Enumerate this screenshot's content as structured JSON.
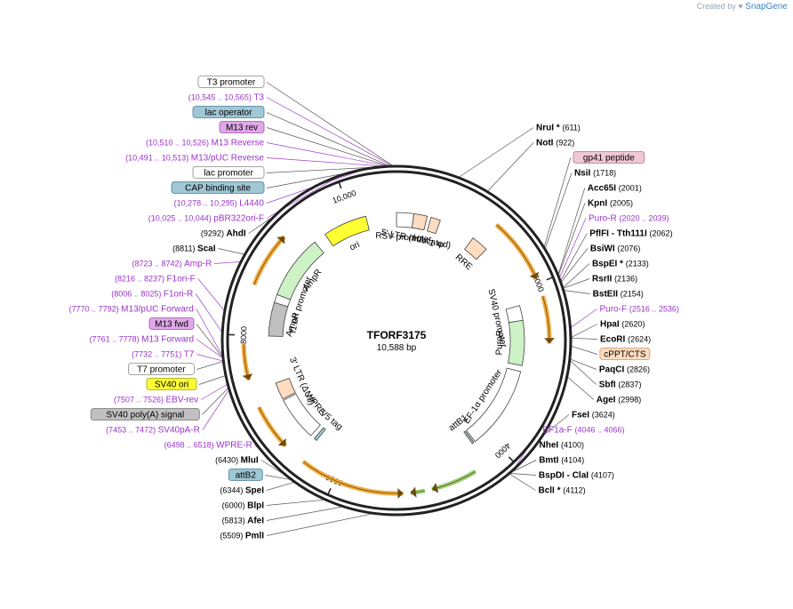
{
  "brand": {
    "prefix": "Created by",
    "name": "SnapGene"
  },
  "plasmid": {
    "name": "TFORF3175",
    "size_label": "10,588 bp",
    "length": 10588
  },
  "ring_ticks": [
    {
      "label": "2000",
      "pos": 2000
    },
    {
      "label": "4000",
      "pos": 4000
    },
    {
      "label": "6000",
      "pos": 6000
    },
    {
      "label": "8000",
      "pos": 8000
    },
    {
      "label": "10,000",
      "pos": 10000
    }
  ],
  "enzymes": [
    {
      "name": "NruI *",
      "loc": "(611)",
      "pos": 611
    },
    {
      "name": "NotI",
      "loc": "(922)",
      "pos": 922
    },
    {
      "name": "NsiI",
      "loc": "(1718)",
      "pos": 1718
    },
    {
      "name": "Acc65I",
      "loc": "(2001)",
      "pos": 2001
    },
    {
      "name": "KpnI",
      "loc": "(2005)",
      "pos": 2005
    },
    {
      "name": "PflFI - Tth111I",
      "loc": "(2062)",
      "pos": 2062
    },
    {
      "name": "BsiWI",
      "loc": "(2076)",
      "pos": 2076
    },
    {
      "name": "BspEI *",
      "loc": "(2133)",
      "pos": 2133
    },
    {
      "name": "RsrII",
      "loc": "(2136)",
      "pos": 2136
    },
    {
      "name": "BstEII",
      "loc": "(2154)",
      "pos": 2154
    },
    {
      "name": "HpaI",
      "loc": "(2620)",
      "pos": 2620
    },
    {
      "name": "EcoRI",
      "loc": "(2624)",
      "pos": 2624
    },
    {
      "name": "PaqCI",
      "loc": "(2826)",
      "pos": 2826
    },
    {
      "name": "SbfI",
      "loc": "(2837)",
      "pos": 2837
    },
    {
      "name": "AgeI",
      "loc": "(2998)",
      "pos": 2998
    },
    {
      "name": "FseI",
      "loc": "(3624)",
      "pos": 3624
    },
    {
      "name": "NheI",
      "loc": "(4100)",
      "pos": 4100
    },
    {
      "name": "BmtI",
      "loc": "(4104)",
      "pos": 4104
    },
    {
      "name": "BspDI - ClaI",
      "loc": "(4107)",
      "pos": 4107
    },
    {
      "name": "BclI *",
      "loc": "(4112)",
      "pos": 4112
    },
    {
      "name": "PmlI",
      "loc": "(5509)",
      "pos": 5509
    },
    {
      "name": "AfeI",
      "loc": "(5813)",
      "pos": 5813
    },
    {
      "name": "BlpI",
      "loc": "(6000)",
      "pos": 6000
    },
    {
      "name": "SpeI",
      "loc": "(6344)",
      "pos": 6344
    },
    {
      "name": "MluI",
      "loc": "(6430)",
      "pos": 6430
    },
    {
      "name": "ScaI",
      "loc": "(8811)",
      "pos": 8811
    },
    {
      "name": "AhdI",
      "loc": "(9292)",
      "pos": 9292
    }
  ],
  "primers": [
    {
      "name": "T3",
      "loc": "(10,545 .. 10,565)",
      "pos": 10555
    },
    {
      "name": "M13 Reverse",
      "loc": "(10,510 .. 10,526)",
      "pos": 10518
    },
    {
      "name": "M13/pUC Reverse",
      "loc": "(10,491 .. 10,513)",
      "pos": 10502
    },
    {
      "name": "L4440",
      "loc": "(10,278 .. 10,295)",
      "pos": 10286
    },
    {
      "name": "pBR322ori-F",
      "loc": "(10,025 .. 10,044)",
      "pos": 10034
    },
    {
      "name": "Amp-R",
      "loc": "(8723 .. 8742)",
      "pos": 8732
    },
    {
      "name": "F1ori-F",
      "loc": "(8216 .. 8237)",
      "pos": 8226
    },
    {
      "name": "F1ori-R",
      "loc": "(8006 .. 8025)",
      "pos": 8015
    },
    {
      "name": "M13/pUC Forward",
      "loc": "(7770 .. 7792)",
      "pos": 7781
    },
    {
      "name": "M13 Forward",
      "loc": "(7761 .. 7778)",
      "pos": 7769
    },
    {
      "name": "T7",
      "loc": "(7732 .. 7751)",
      "pos": 7741
    },
    {
      "name": "EBV-rev",
      "loc": "(7507 .. 7526)",
      "pos": 7516
    },
    {
      "name": "SV40pA-R",
      "loc": "(7453 .. 7472)",
      "pos": 7462
    },
    {
      "name": "WPRE-R",
      "loc": "(6498 .. 6518)",
      "pos": 6508
    },
    {
      "name": "Puro-R",
      "loc": "(2020 .. 2039)",
      "pos": 2030
    },
    {
      "name": "Puro-F",
      "loc": "(2516 .. 2536)",
      "pos": 2526
    },
    {
      "name": "EF1a-F",
      "loc": "(4046 .. 4066)",
      "pos": 4056
    }
  ],
  "boxed_labels": [
    {
      "name": "T3 promoter",
      "pos": 10560,
      "fill": "#ffffff",
      "border": "#888888"
    },
    {
      "name": "M13 rev",
      "pos": 10520,
      "fill": "#e0a8e8",
      "border": "#a050a8"
    },
    {
      "name": "lac operator",
      "pos": 10530,
      "fill": "#9fc7d4",
      "border": "#4a7f92"
    },
    {
      "name": "lac promoter",
      "pos": 10450,
      "fill": "#ffffff",
      "border": "#888888"
    },
    {
      "name": "CAP binding site",
      "pos": 10400,
      "fill": "#9fc7d4",
      "border": "#4a7f92"
    },
    {
      "name": "gp41 peptide",
      "pos": 1700,
      "fill": "#f0c8d4",
      "border": "#a8788a"
    },
    {
      "name": "cPPT/CTS",
      "pos": 2700,
      "fill": "#fddcc0",
      "border": "#c8946a"
    },
    {
      "name": "M13 fwd",
      "pos": 7770,
      "fill": "#e0a8e8",
      "border": "#a050a8"
    },
    {
      "name": "T7 promoter",
      "pos": 7740,
      "fill": "#ffffff",
      "border": "#888888"
    },
    {
      "name": "SV40 ori",
      "pos": 7600,
      "fill": "#ffff33",
      "border": "#a0a000"
    },
    {
      "name": "SV40 poly(A) signal",
      "pos": 7480,
      "fill": "#c0c0c0",
      "border": "#707070"
    },
    {
      "name": "attB2",
      "pos": 6380,
      "fill": "#9fc7d4",
      "border": "#4a7f92"
    }
  ],
  "features": [
    {
      "name": "RSV promoter",
      "start": 0,
      "end": 230,
      "color": "#ffffff"
    },
    {
      "name": "5' LTR (truncated)",
      "start": 230,
      "end": 410,
      "color": "#fddcc0"
    },
    {
      "name": "HIV-1 Ψ",
      "start": 460,
      "end": 590,
      "color": "#fddcc0"
    },
    {
      "name": "RRE",
      "start": 1080,
      "end": 1310,
      "color": "#fddcc0"
    },
    {
      "name": "SV40 promoter",
      "start": 2180,
      "end": 2380,
      "color": "#ffffff"
    },
    {
      "name": "PuroR",
      "start": 2380,
      "end": 2980,
      "color": "#ccf2c6"
    },
    {
      "name": "EF-1α promoter",
      "start": 3060,
      "end": 4180,
      "color": "#ffffff"
    },
    {
      "name": "attB1",
      "start": 4200,
      "end": 4225,
      "color": "#9fc7d4"
    },
    {
      "name": "V5 tag",
      "start": 6430,
      "end": 6470,
      "color": "#9fc7d4"
    },
    {
      "name": "WPRE",
      "start": 6530,
      "end": 7120,
      "color": "#ffffff"
    },
    {
      "name": "3' LTR (ΔU3)",
      "start": 7140,
      "end": 7370,
      "color": "#fddcc0"
    },
    {
      "name": "f1 ori",
      "start": 8000,
      "end": 8450,
      "color": "#c0c0c0"
    },
    {
      "name": "AmpR promoter",
      "start": 8450,
      "end": 8560,
      "color": "#ffffff"
    },
    {
      "name": "AmpR",
      "start": 8560,
      "end": 9420,
      "color": "#ccf2c6"
    },
    {
      "name": "ori",
      "start": 9590,
      "end": 10180,
      "color": "#ffff33"
    }
  ],
  "orfs": [
    {
      "start": 1200,
      "end": 1950,
      "dir": "cw",
      "color": "#f2ab3c"
    },
    {
      "start": 2150,
      "end": 2680,
      "dir": "cw",
      "color": "#f2ab3c"
    },
    {
      "start": 4380,
      "end": 4900,
      "dir": "cw",
      "color": "#9ad078"
    },
    {
      "start": 4980,
      "end": 5140,
      "dir": "cw",
      "color": "#9ad078"
    },
    {
      "start": 5220,
      "end": 6400,
      "dir": "ccw",
      "color": "#f2ab3c"
    },
    {
      "start": 6660,
      "end": 7180,
      "dir": "ccw",
      "color": "#f2ab3c"
    },
    {
      "start": 7500,
      "end": 7900,
      "dir": "ccw",
      "color": "#f2ab3c"
    },
    {
      "start": 8570,
      "end": 9200,
      "dir": "cw",
      "color": "#f2ab3c"
    }
  ]
}
